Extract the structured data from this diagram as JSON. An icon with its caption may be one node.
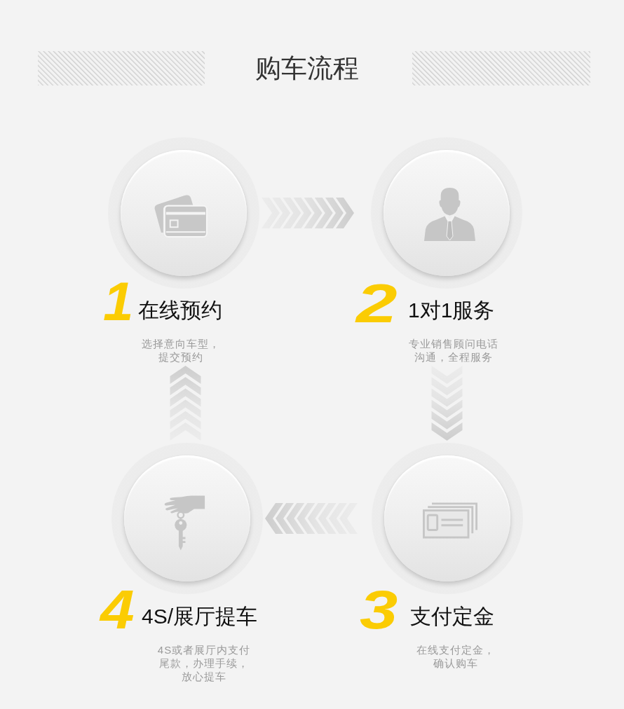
{
  "diagram": {
    "title": "购车流程",
    "nodes": [
      {
        "text": [
          "1",
          "在线预约",
          "选择意向车型，提交预约"
        ]
      },
      {
        "text": [
          "2",
          "1对1服务",
          "专业销售顾问电话沟通，全程服务"
        ]
      },
      {
        "text": [
          "3",
          "支付定金",
          "在线支付定金，确认购车"
        ]
      },
      {
        "text": [
          "4",
          "4S/展厅提车",
          "4S或者展厅内支付尾款，办理手续，放心提车"
        ]
      }
    ],
    "edges": [
      {
        "from": 0,
        "to": 1,
        "arrow": "to"
      },
      {
        "from": 1,
        "to": 2,
        "arrow": "to"
      },
      {
        "from": 2,
        "to": 3,
        "arrow": "to"
      },
      {
        "from": 3,
        "to": 0,
        "arrow": "to"
      }
    ]
  }
}
